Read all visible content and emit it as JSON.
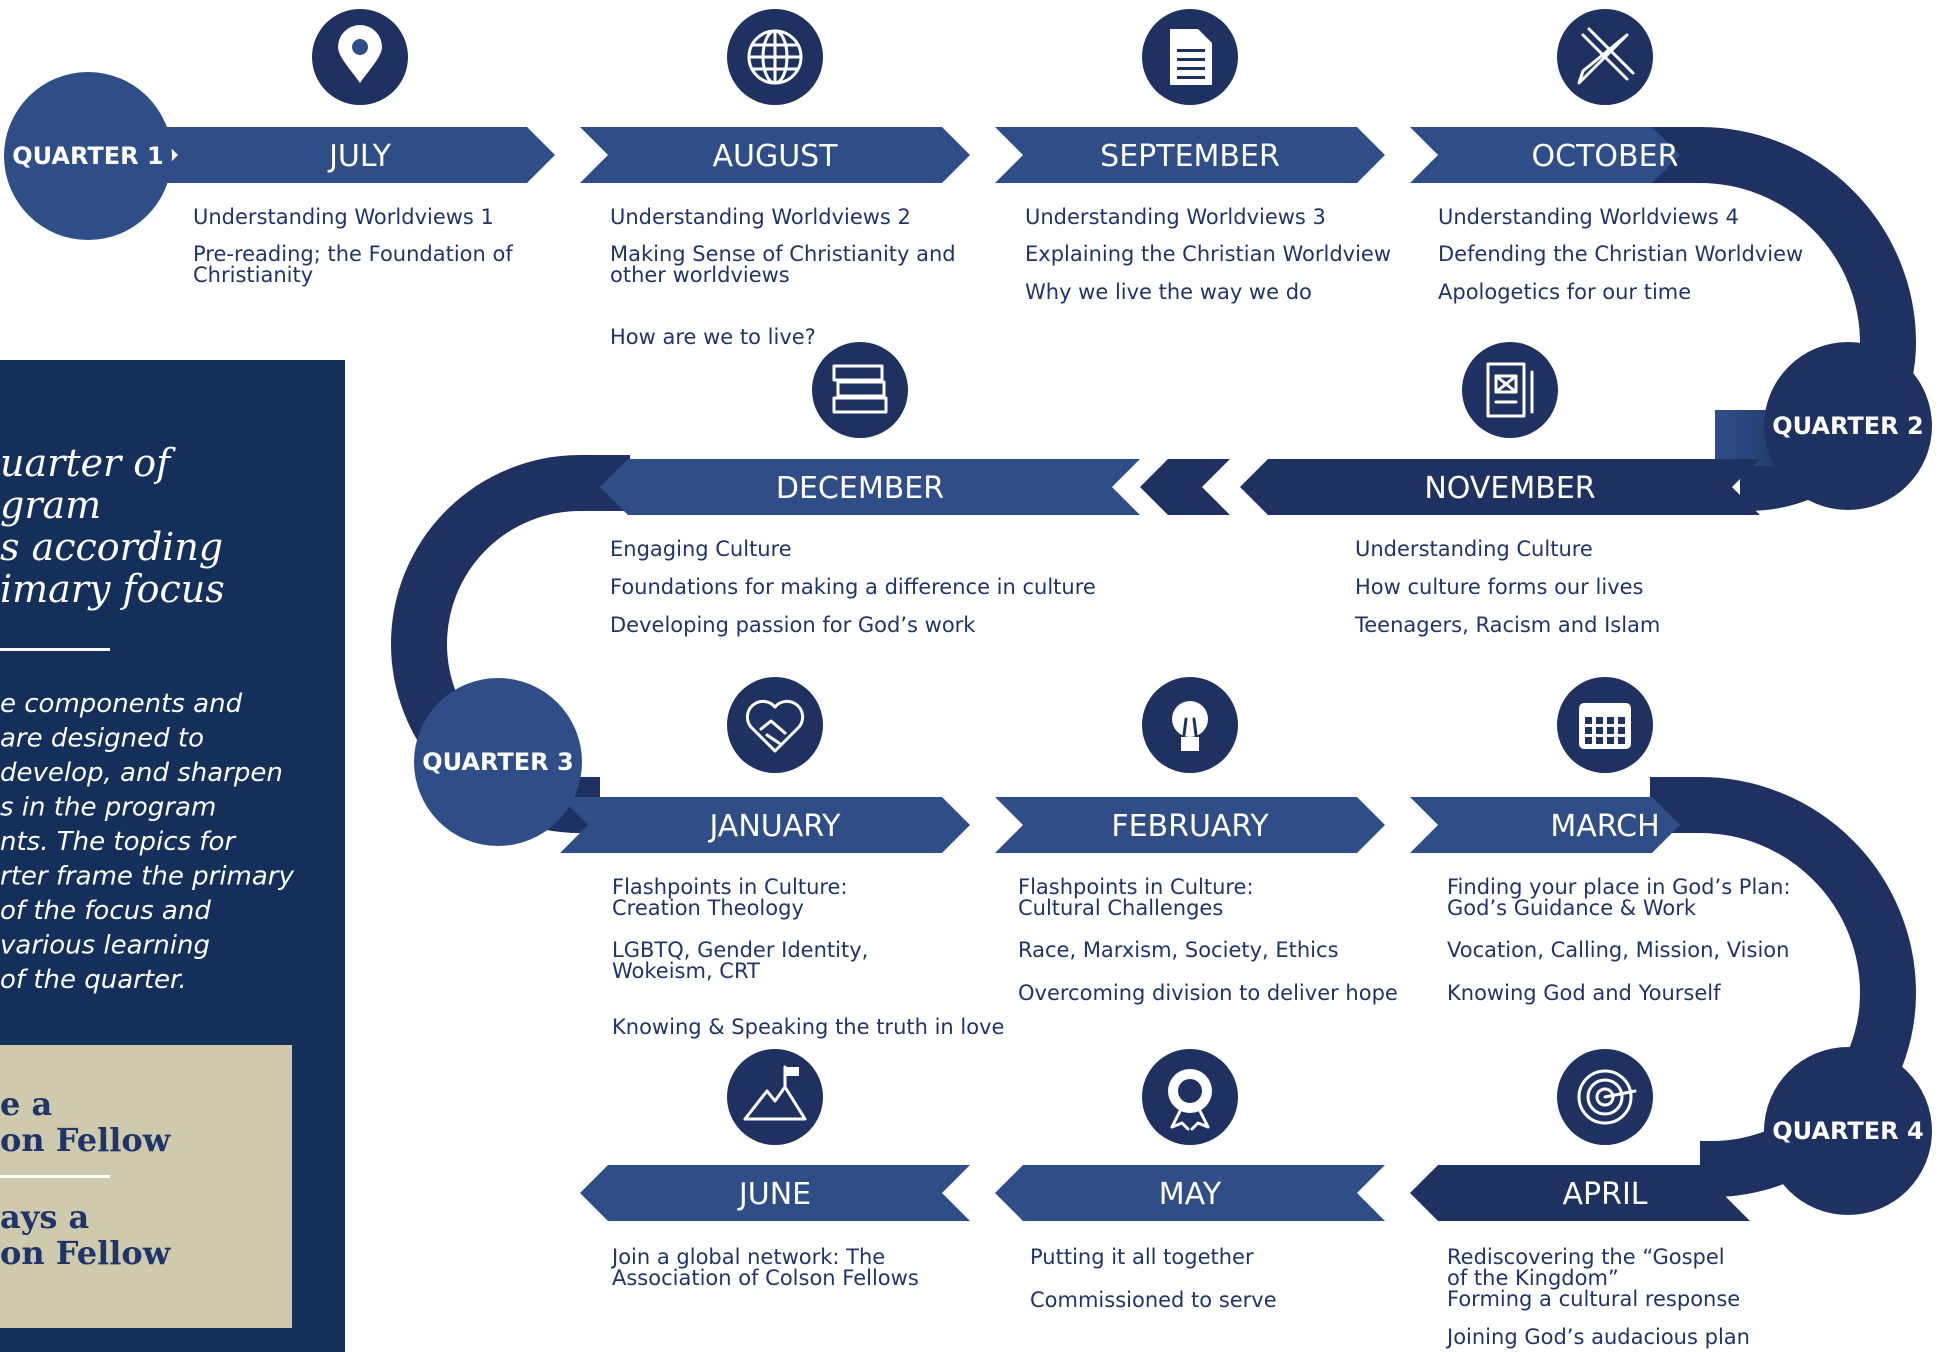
{
  "colors": {
    "navy": "#1e3160",
    "blue": "#2f4e87",
    "dark_panel": "#14305a",
    "tan": "#cfc9ae",
    "text": "#1f3468",
    "white": "#ffffff"
  },
  "quarters": [
    {
      "label": "QUARTER 1"
    },
    {
      "label": "QUARTER 2"
    },
    {
      "label": "QUARTER 3"
    },
    {
      "label": "QUARTER 4"
    }
  ],
  "months": [
    {
      "name": "JULY",
      "icon": "location-pin-icon",
      "items": [
        "Understanding Worldviews 1",
        "Pre-reading; the Foundation of\nChristianity"
      ]
    },
    {
      "name": "AUGUST",
      "icon": "globe-icon",
      "items": [
        "Understanding Worldviews 2",
        "Making Sense of Christianity and\nother worldviews",
        "How are we to live?"
      ]
    },
    {
      "name": "SEPTEMBER",
      "icon": "document-icon",
      "items": [
        "Understanding Worldviews 3",
        "Explaining the Christian Worldview",
        "Why we live the way we do"
      ]
    },
    {
      "name": "OCTOBER",
      "icon": "pencil-ruler-icon",
      "items": [
        "Understanding Worldviews 4",
        "Defending the Christian Worldview",
        "Apologetics for our time"
      ]
    },
    {
      "name": "NOVEMBER",
      "icon": "newspaper-icon",
      "items": [
        "Understanding Culture",
        "How culture forms our lives",
        "Teenagers, Racism and Islam"
      ]
    },
    {
      "name": "DECEMBER",
      "icon": "books-icon",
      "items": [
        "Engaging Culture",
        "Foundations for making a difference in culture",
        "Developing passion for God’s work"
      ]
    },
    {
      "name": "JANUARY",
      "icon": "handshake-heart-icon",
      "items": [
        "Flashpoints in Culture:\nCreation Theology",
        "LGBTQ, Gender Identity,\nWokeism, CRT",
        "Knowing & Speaking the truth in love"
      ]
    },
    {
      "name": "FEBRUARY",
      "icon": "lightbulb-icon",
      "items": [
        "Flashpoints in Culture:\nCultural Challenges",
        "Race, Marxism, Society, Ethics",
        "Overcoming division to deliver hope"
      ]
    },
    {
      "name": "MARCH",
      "icon": "calendar-icon",
      "items": [
        "Finding your place in God’s Plan:\nGod’s Guidance & Work",
        "Vocation, Calling, Mission, Vision",
        "Knowing God and Yourself"
      ]
    },
    {
      "name": "APRIL",
      "icon": "target-icon",
      "items": [
        "Rediscovering the “Gospel\nof the Kingdom”\nForming a cultural response",
        "Joining God’s audacious plan"
      ]
    },
    {
      "name": "MAY",
      "icon": "award-ribbon-icon",
      "items": [
        "Putting it all together",
        "Commissioned to serve"
      ]
    },
    {
      "name": "JUNE",
      "icon": "mountain-flag-icon",
      "items": [
        "Join a global network: The\nAssociation of Colson Fellows"
      ]
    }
  ],
  "side_panel": {
    "title_lines": [
      "uarter of",
      "gram",
      "s according",
      "imary focus"
    ],
    "body_lines": [
      "e components and",
      "are designed to",
      "develop, and sharpen",
      "s in the program",
      "nts. The topics for",
      "rter frame the primary",
      "of the focus and",
      "various learning",
      "of the quarter."
    ],
    "box_lines_1": [
      "e a",
      "on Fellow"
    ],
    "box_lines_2": [
      "ays a",
      "on Fellow"
    ]
  }
}
